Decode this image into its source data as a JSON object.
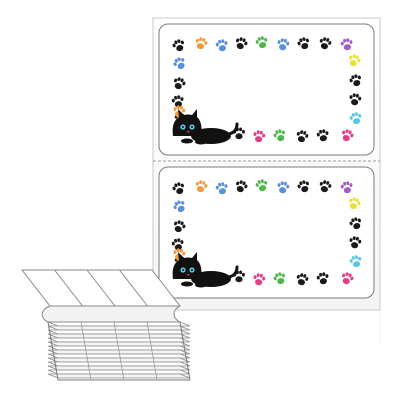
{
  "product": {
    "labels_per_sheet": 2,
    "label_design": {
      "frame": "paw-prints",
      "corner_character": "black-cat",
      "paw_colors": [
        "#1a1a1a",
        "#f39a3c",
        "#5b8fd9",
        "#4cb848",
        "#e23e8a",
        "#a45cc6",
        "#e9e03a",
        "#5cc6e6"
      ]
    },
    "stack": {
      "folded_panels": 4,
      "style": "fanfold"
    }
  }
}
